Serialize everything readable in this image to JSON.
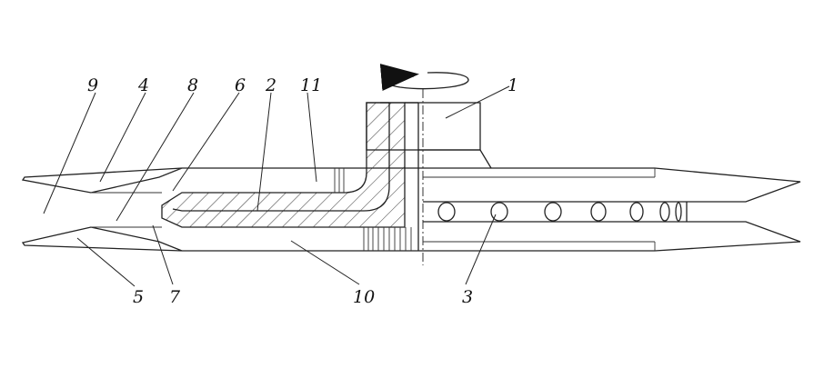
{
  "diagram": {
    "labels": [
      {
        "id": "9",
        "text": "9"
      },
      {
        "id": "4",
        "text": "4"
      },
      {
        "id": "8",
        "text": "8"
      },
      {
        "id": "6",
        "text": "6"
      },
      {
        "id": "2",
        "text": "2"
      },
      {
        "id": "11",
        "text": "11"
      },
      {
        "id": "1",
        "text": "1"
      },
      {
        "id": "5",
        "text": "5"
      },
      {
        "id": "7",
        "text": "7"
      },
      {
        "id": "10",
        "text": "10"
      },
      {
        "id": "3",
        "text": "3"
      }
    ],
    "rotation_arrow_icon": "rotation-arrow-icon"
  }
}
